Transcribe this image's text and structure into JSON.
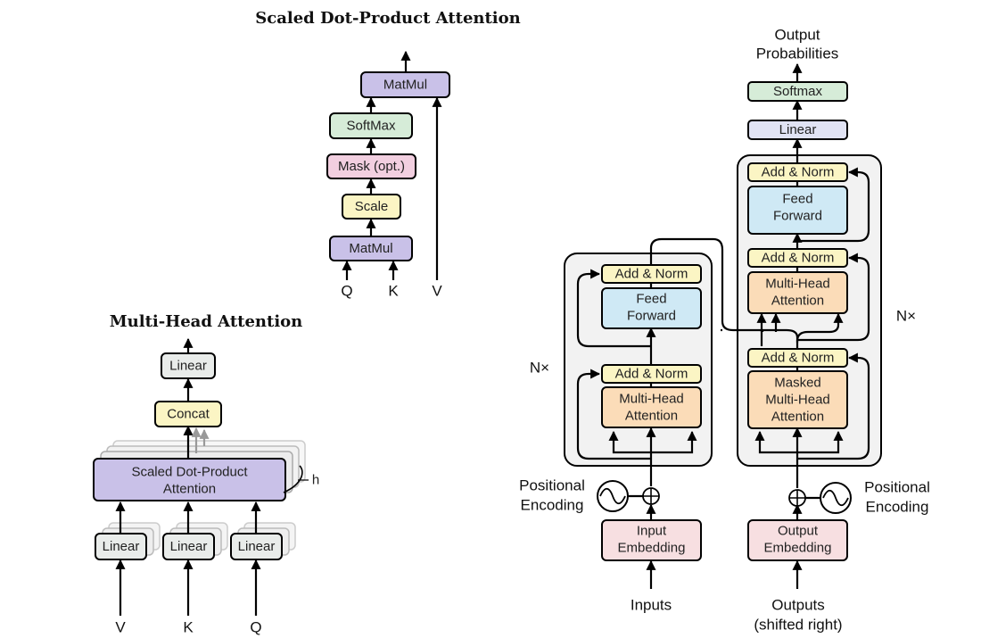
{
  "colors": {
    "matmul": "#c9c1e8",
    "softmax": "#d6ecd8",
    "mask": "#f2cfe0",
    "scale": "#fbf5c4",
    "linear_gray": "#e9ecea",
    "linear_blue": "#e1e3f4",
    "concat": "#fbf5c4",
    "add_norm": "#fbf5c4",
    "feed_forward": "#cfe9f5",
    "mha": "#fbdcb8",
    "embedding": "#f7dfe1",
    "stack_bg": "#f2f2f2"
  },
  "sdpa": {
    "title": "Scaled Dot-Product Attention",
    "matmul_top": "MatMul",
    "softmax": "SoftMax",
    "mask": "Mask (opt.)",
    "scale": "Scale",
    "matmul_bottom": "MatMul",
    "input_q": "Q",
    "input_k": "K",
    "input_v": "V"
  },
  "mha": {
    "title": "Multi-Head Attention",
    "linear_out": "Linear",
    "concat": "Concat",
    "sdpa_line1": "Scaled Dot-Product",
    "sdpa_line2": "Attention",
    "h_label": "h",
    "linear_v": "Linear",
    "linear_k": "Linear",
    "linear_q": "Linear",
    "input_v": "V",
    "input_k": "K",
    "input_q": "Q"
  },
  "transformer": {
    "output_probs_line1": "Output",
    "output_probs_line2": "Probabilities",
    "softmax": "Softmax",
    "linear": "Linear",
    "encoder": {
      "nx": "N×",
      "add_norm_top": "Add & Norm",
      "ff_line1": "Feed",
      "ff_line2": "Forward",
      "add_norm_bottom": "Add & Norm",
      "mha_line1": "Multi-Head",
      "mha_line2": "Attention",
      "pos_enc_line1": "Positional",
      "pos_enc_line2": "Encoding",
      "embedding_line1": "Input",
      "embedding_line2": "Embedding",
      "inputs": "Inputs"
    },
    "decoder": {
      "nx": "N×",
      "add_norm_top": "Add & Norm",
      "ff_line1": "Feed",
      "ff_line2": "Forward",
      "add_norm_mid": "Add & Norm",
      "mha_line1": "Multi-Head",
      "mha_line2": "Attention",
      "add_norm_bottom": "Add & Norm",
      "masked_line1": "Masked",
      "masked_line2": "Multi-Head",
      "masked_line3": "Attention",
      "pos_enc_line1": "Positional",
      "pos_enc_line2": "Encoding",
      "embedding_line1": "Output",
      "embedding_line2": "Embedding",
      "outputs_line1": "Outputs",
      "outputs_line2": "(shifted right)"
    }
  }
}
